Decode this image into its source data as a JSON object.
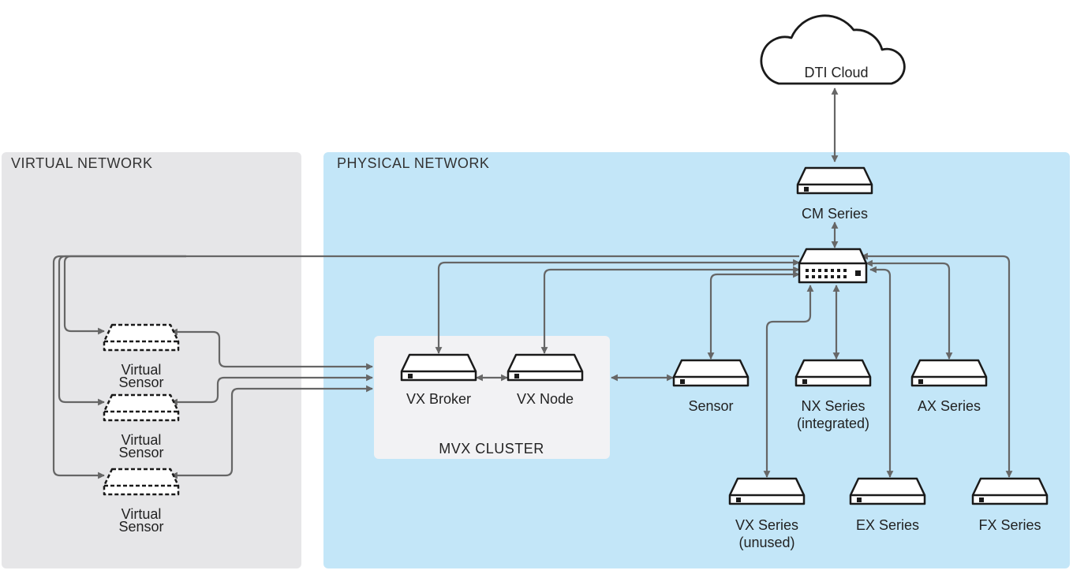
{
  "zones": {
    "virtual": "VIRTUAL NETWORK",
    "physical": "PHYSICAL NETWORK"
  },
  "cloud": {
    "label": "DTI Cloud"
  },
  "cluster": {
    "label": "MVX CLUSTER"
  },
  "devices": {
    "cm": "CM Series",
    "broker": "VX Broker",
    "node": "VX Node",
    "sensor": "Sensor",
    "nx": [
      "NX Series",
      "(integrated)"
    ],
    "ax": "AX Series",
    "vx": [
      "VX Series",
      "(unused)"
    ],
    "ex": "EX Series",
    "fx": "FX Series",
    "virtual_sensors": [
      [
        "Virtual",
        "Sensor"
      ],
      [
        "Virtual",
        "Sensor"
      ],
      [
        "Virtual",
        "Sensor"
      ]
    ]
  },
  "colors": {
    "virtual_bg": "#e6e6e8",
    "physical_bg": "#c3e6f8",
    "cluster_bg": "#f2f2f4",
    "line": "#666666"
  }
}
